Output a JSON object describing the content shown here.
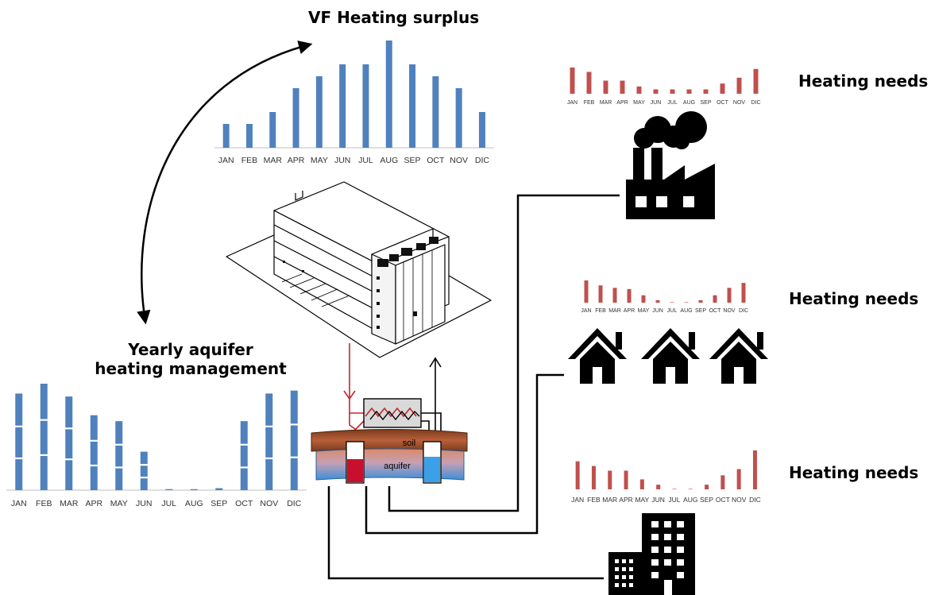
{
  "titles": {
    "vf_heating_surplus": "VF Heating surplus",
    "yearly_line1": "Yearly aquifer",
    "yearly_line2": "heating management",
    "heating_needs_industry": "Heating needs",
    "heating_needs_houses": "Heating needs",
    "heating_needs_building": "Heating needs"
  },
  "aquifer_labels": {
    "soil": "soil",
    "aquifer": "aquifer"
  },
  "colors": {
    "surplus_bar": "#4f81bd",
    "needs_bar": "#c0504d",
    "hot_line": "#c0262d",
    "cold_line": "#000000",
    "soil": "#a0522d",
    "aquifer": "#5b9bd5"
  },
  "chart_data": [
    {
      "id": "vf_surplus",
      "type": "bar",
      "categories": [
        "JAN",
        "FEB",
        "MAR",
        "APR",
        "MAY",
        "JUN",
        "JUL",
        "AUG",
        "SEP",
        "OCT",
        "NOV",
        "DIC"
      ],
      "values": [
        2,
        2,
        3,
        5,
        6,
        7,
        7,
        9,
        7,
        6,
        5,
        3
      ],
      "ylim": [
        0,
        9
      ]
    },
    {
      "id": "yearly_management",
      "type": "bar",
      "categories": [
        "JAN",
        "FEB",
        "MAR",
        "APR",
        "MAY",
        "JUN",
        "JUL",
        "AUG",
        "SEP",
        "OCT",
        "NOV",
        "DIC"
      ],
      "values": [
        9.8,
        10.8,
        9.5,
        7.6,
        7.0,
        3.9,
        0.1,
        0.1,
        0.2,
        7.0,
        9.8,
        10.1
      ],
      "ylim": [
        0,
        10.8
      ]
    },
    {
      "id": "needs_industry",
      "type": "bar",
      "categories": [
        "JAN",
        "FEB",
        "MAR",
        "APR",
        "MAY",
        "JUN",
        "JUL",
        "AUG",
        "SEP",
        "OCT",
        "NOV",
        "DIC"
      ],
      "values": [
        9,
        7.5,
        4.5,
        4.5,
        2.5,
        1.5,
        1.5,
        1.5,
        1.5,
        3.5,
        5.5,
        8.5
      ],
      "ylim": [
        0,
        9
      ]
    },
    {
      "id": "needs_houses",
      "type": "bar",
      "categories": [
        "JAN",
        "FEB",
        "MAR",
        "APR",
        "MAY",
        "JUN",
        "JUL",
        "AUG",
        "SEP",
        "OCT",
        "NOV",
        "DIC"
      ],
      "values": [
        9,
        7,
        6,
        5.5,
        3,
        1,
        0,
        0,
        1,
        3,
        6,
        8
      ],
      "ylim": [
        0,
        9
      ]
    },
    {
      "id": "needs_building",
      "type": "bar",
      "categories": [
        "JAN",
        "FEB",
        "MAR",
        "APR",
        "MAY",
        "JUN",
        "JUL",
        "AUG",
        "SEP",
        "OCT",
        "NOV",
        "DIC"
      ],
      "values": [
        9,
        7.5,
        6,
        6,
        3.2,
        1.5,
        0,
        0,
        1.5,
        4.5,
        6.5,
        12.5
      ],
      "ylim": [
        0,
        12.5
      ]
    }
  ]
}
